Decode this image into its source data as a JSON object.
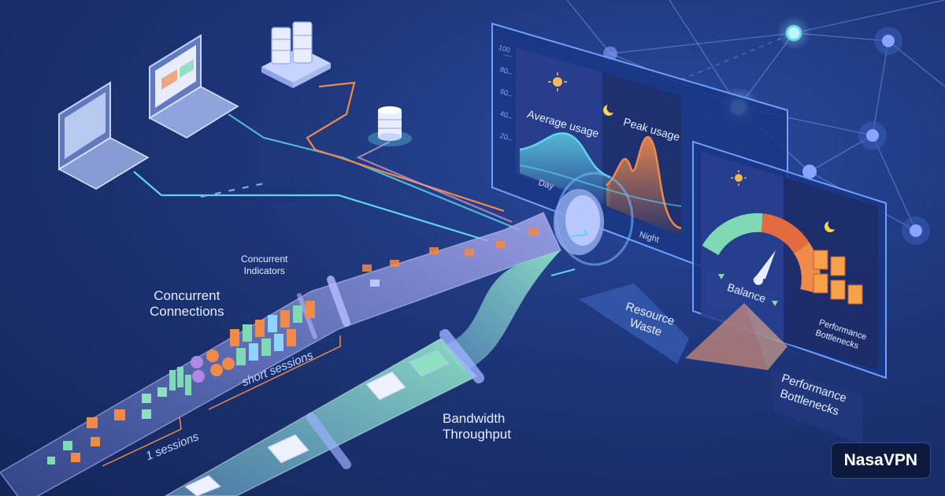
{
  "labels": {
    "concurrent_indicators": "Concurrent\nIndicators",
    "concurrent_connections": "Concurrent\nConnections",
    "short_sessions": "short sessions",
    "one_sessions": "1 sessions",
    "bandwidth_throughput": "Bandwidth\nThroughput",
    "average_usage": "Average usage",
    "peak_usage": "Peak usage",
    "day": "Day",
    "night": "Night",
    "balance": "Balance",
    "resource_waste": "Resource\nWaste",
    "performance_bottlenecks_panel": "Performance\nBottlenecks",
    "performance_bottlenecks": "Performance\nBottlenecks"
  },
  "axis_ticks": [
    "100",
    "80",
    "60",
    "40",
    "20"
  ],
  "brand": "NasaVPN",
  "colors": {
    "background": "#1d3578",
    "accent_cyan": "#5fd6e8",
    "accent_orange": "#f08a4b",
    "tube_green": "#7fd9b5",
    "panel": "#1f3a86"
  },
  "icons": [
    "laptop-icon",
    "laptop-icon",
    "server-stack-icon",
    "database-icon",
    "sun-icon",
    "moon-icon",
    "gauge-icon",
    "document-icon",
    "network-node-icon"
  ]
}
